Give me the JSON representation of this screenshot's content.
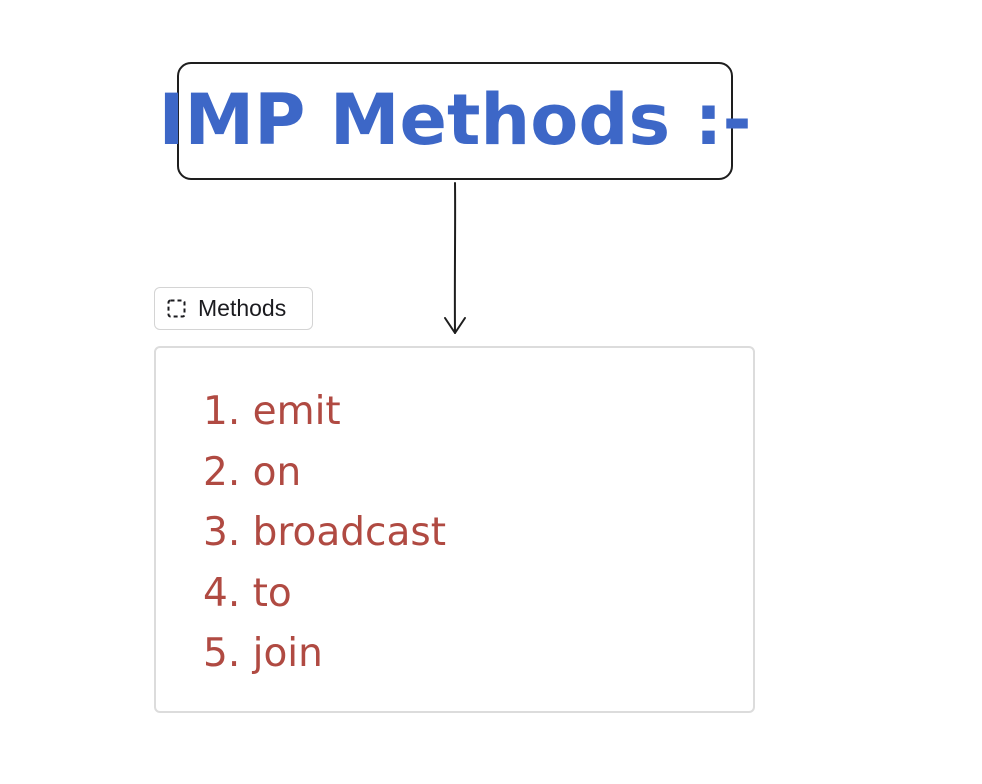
{
  "title": {
    "text": "IMP Methods :-"
  },
  "frame": {
    "label": "Methods",
    "icon": "frame-icon"
  },
  "methods": [
    "1. emit",
    "2. on",
    "3. broadcast",
    "4. to",
    "5. join"
  ],
  "colors": {
    "title": "#3d67c7",
    "list": "#b04a42",
    "stroke": "#1e1e1e",
    "frame_border": "#dcdcdc"
  }
}
